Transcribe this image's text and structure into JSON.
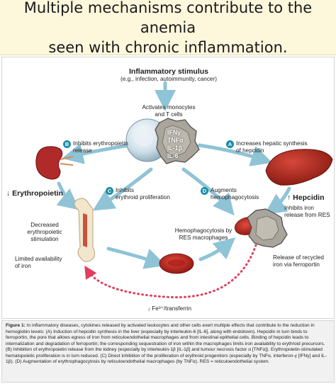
{
  "header": {
    "title": "Multiple mechanisms contribute to the anemia\nseen with chronic inflammation."
  },
  "figure": {
    "stimulus_title": "Inflammatory stimulus",
    "stimulus_examples": "(e.g., infection, autoimmunity, cancer)",
    "activates": "Activates monocytes\nand T cells",
    "cytokines": [
      "IFNγ",
      "TNFα",
      "IL-1β",
      "IL-6"
    ],
    "mechanisms": {
      "a": {
        "letter": "A",
        "text": "Increases hepatic synthesis\nof hepcidin"
      },
      "b": {
        "letter": "B",
        "text": "Inhibits erythropoietin\nrelease"
      },
      "c": {
        "letter": "C",
        "text": "Inhibits\nerythroid proliferation"
      },
      "d": {
        "letter": "D",
        "text": "Augments\nhemophagocytosis"
      }
    },
    "erythropoietin": "↓ Erythropoietin",
    "hepcidin": "↑ Hepcidin",
    "iron_release": "Inhibits iron\nrelease from RES",
    "decreased_stim": "Decreased\nerythropoietic\nstimulation",
    "limited_iron": "Limited availability\nof iron",
    "hemophagocytosis": "Hemophagocytosis by\nRES macrophages",
    "recycled_iron": "Release of recycled\niron via ferroportin",
    "transferrin": "↓ Fe³⁺/transferrin"
  },
  "caption": {
    "label": "Figure 1:",
    "text": " In inflammatory diseases, cytokines released by activated leukocytes and other cells exert multiple effects that contribute to the reduction in hemoglobin levels: (A) Induction of hepcidin synthesis in the liver (especially by interleukin-6 [IL-6], along with endotoxin). Hepcidin in turn binds to ferroportin, the pore that allows egress of iron from reticuloendothelial macrophages and from intestinal epithelial cells. Binding of hepcidin leads to internalization and degradation of ferroportin; the corresponding sequestration of iron within the macrophages limits iron availability to erythroid precursors. (B) Inhibition of erythropoietin release from the kidney (especially by interleukin-1β [IL-1β] and tumour necrosis factor α [TNFα]). Erythropoietin-stimulated hematopoietic proliferation is in turn reduced. (C) Direct inhibition of the proliferation of erythroid progenitors (especially by TNFα, interferon-γ [IFNγ] and IL-1β). (D) Augmentation of erythrophagocytosis by reticuloendothelial macrophages (by TNFα). RES = reticuloendothelial system."
  },
  "colors": {
    "header_bg": "#fdf7dc",
    "arrow": "#8fc3d6",
    "badge": "#1b8ea7",
    "iron_dots": "#e0405a",
    "rbc": "#c8201f",
    "liver": "#b8271f",
    "kidney": "#b02a2a"
  }
}
